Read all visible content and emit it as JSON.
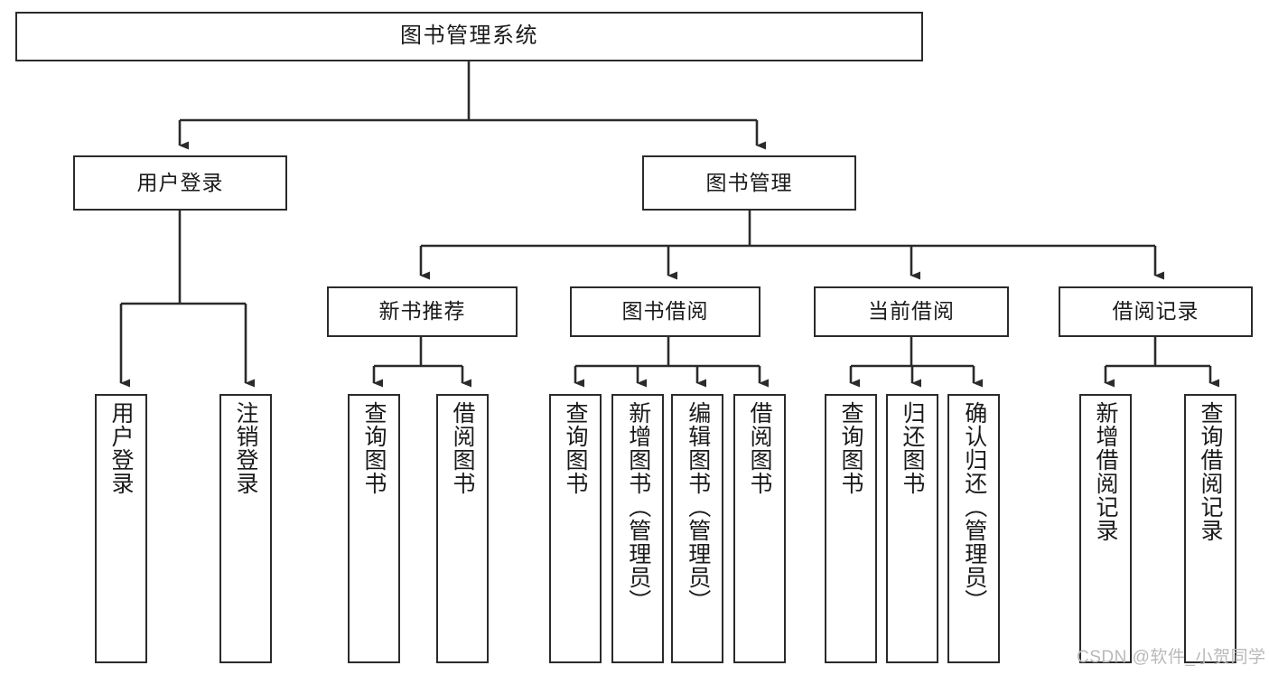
{
  "diagram": {
    "title": "图书管理系统",
    "type": "hierarchy-tree",
    "watermark": "CSDN @软件_小贺同学",
    "colors": {
      "box_border": "#2b2b2b",
      "box_fill": "#ffffff",
      "edge": "#2b2b2b",
      "text": "#1a1a1a",
      "watermark": "#b9b9b9",
      "background": "#ffffff"
    },
    "levels": {
      "root": {
        "label": "图书管理系统"
      },
      "level2": [
        {
          "label": "用户登录"
        },
        {
          "label": "图书管理"
        }
      ],
      "level3": [
        {
          "label": "新书推荐"
        },
        {
          "label": "图书借阅"
        },
        {
          "label": "当前借阅"
        },
        {
          "label": "借阅记录"
        }
      ],
      "leaves": [
        {
          "label": "用户登录",
          "parent": "用户登录"
        },
        {
          "label": "注销登录",
          "parent": "用户登录"
        },
        {
          "label": "查询图书",
          "parent": "新书推荐"
        },
        {
          "label": "借阅图书",
          "parent": "新书推荐"
        },
        {
          "label": "查询图书",
          "parent": "图书借阅"
        },
        {
          "label": "新增图书（管理员）",
          "parent": "图书借阅"
        },
        {
          "label": "编辑图书（管理员）",
          "parent": "图书借阅"
        },
        {
          "label": "借阅图书",
          "parent": "图书借阅"
        },
        {
          "label": "查询图书",
          "parent": "当前借阅"
        },
        {
          "label": "归还图书",
          "parent": "当前借阅"
        },
        {
          "label": "确认归还（管理员）",
          "parent": "当前借阅"
        },
        {
          "label": "新增借阅记录",
          "parent": "借阅记录"
        },
        {
          "label": "查询借阅记录",
          "parent": "借阅记录"
        }
      ]
    }
  }
}
